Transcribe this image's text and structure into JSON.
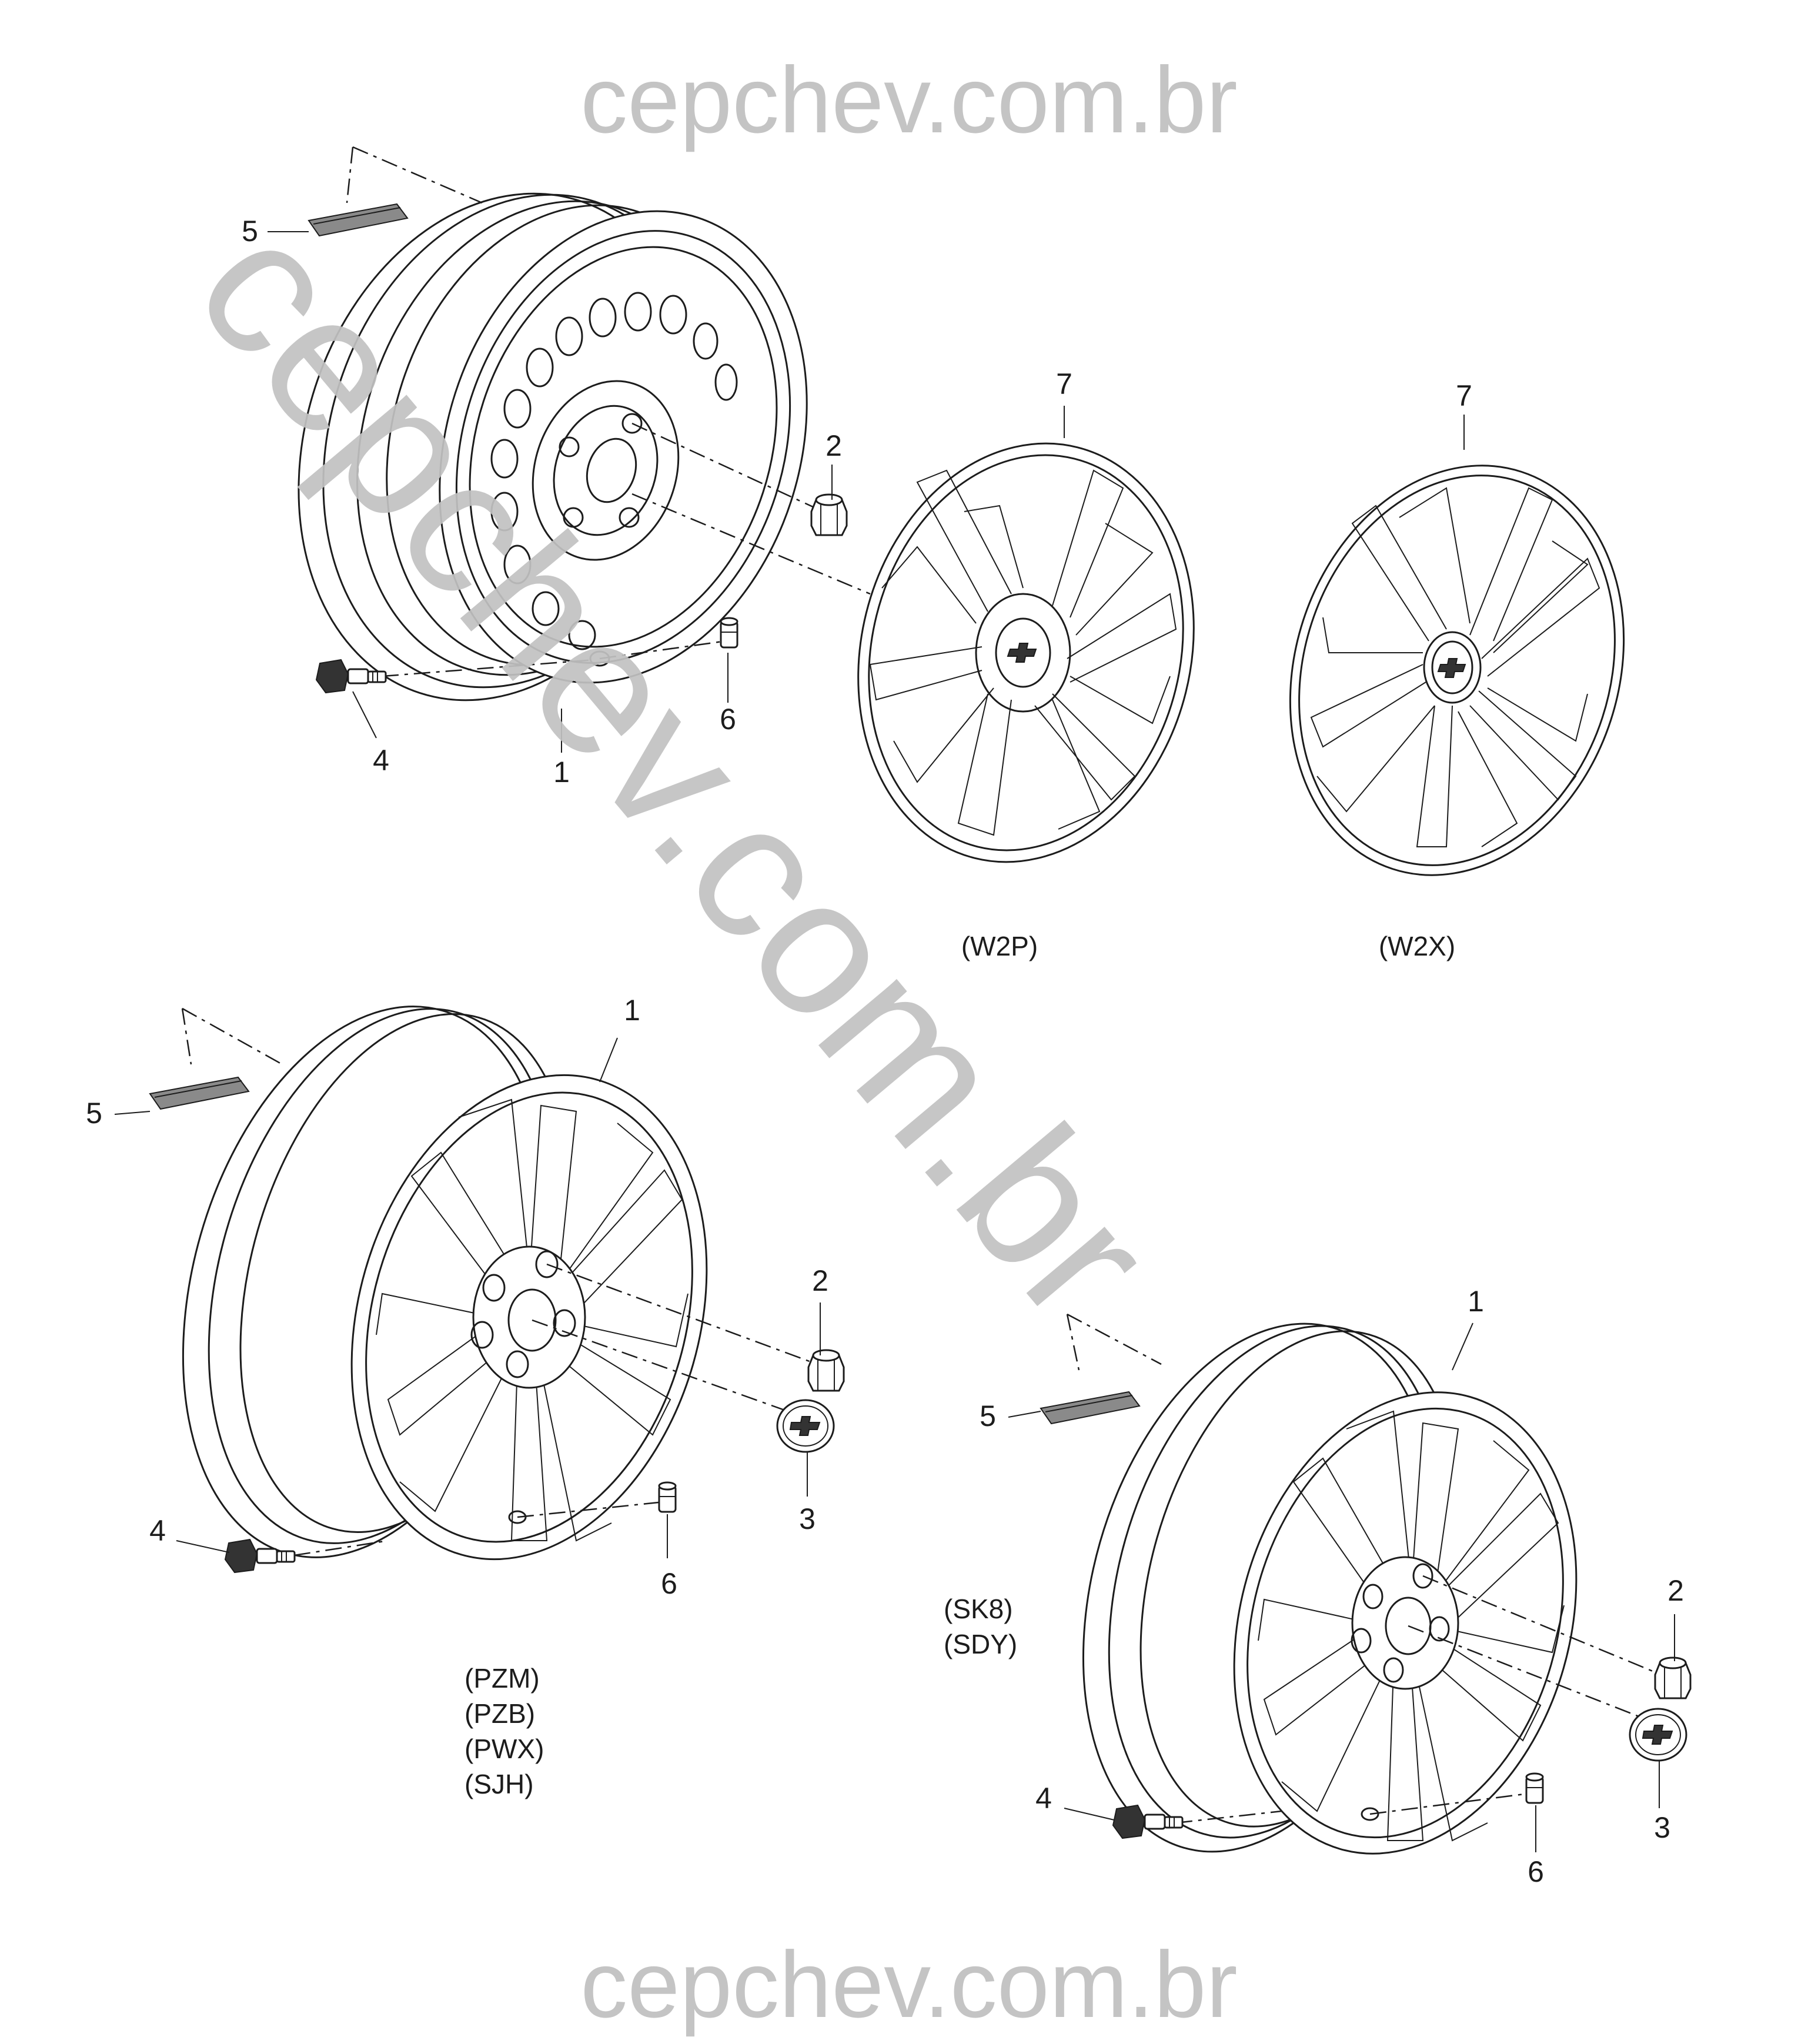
{
  "watermark": {
    "top": "cepchev.com.br",
    "bottom": "cepchev.com.br",
    "diagonal": "cepchev.com.br"
  },
  "top_left_assembly": {
    "labels": {
      "wheel": "1",
      "nut": "2",
      "tpms_sensor": "4",
      "weight": "5",
      "valve_cap": "6"
    }
  },
  "hubcap_w2p": {
    "label": "7",
    "code": "(W2P)"
  },
  "hubcap_w2x": {
    "label": "7",
    "code": "(W2X)"
  },
  "bottom_left_assembly": {
    "labels": {
      "wheel": "1",
      "nut": "2",
      "center_cap": "3",
      "tpms_sensor": "4",
      "weight": "5",
      "valve_cap": "6"
    },
    "codes": [
      "(PZM)",
      "(PZB)",
      "(PWX)",
      "(SJH)"
    ]
  },
  "bottom_right_assembly": {
    "labels": {
      "wheel": "1",
      "nut": "2",
      "center_cap": "3",
      "tpms_sensor": "4",
      "weight": "5",
      "valve_cap": "6"
    },
    "codes": [
      "(SK8)",
      "(SDY)"
    ]
  }
}
